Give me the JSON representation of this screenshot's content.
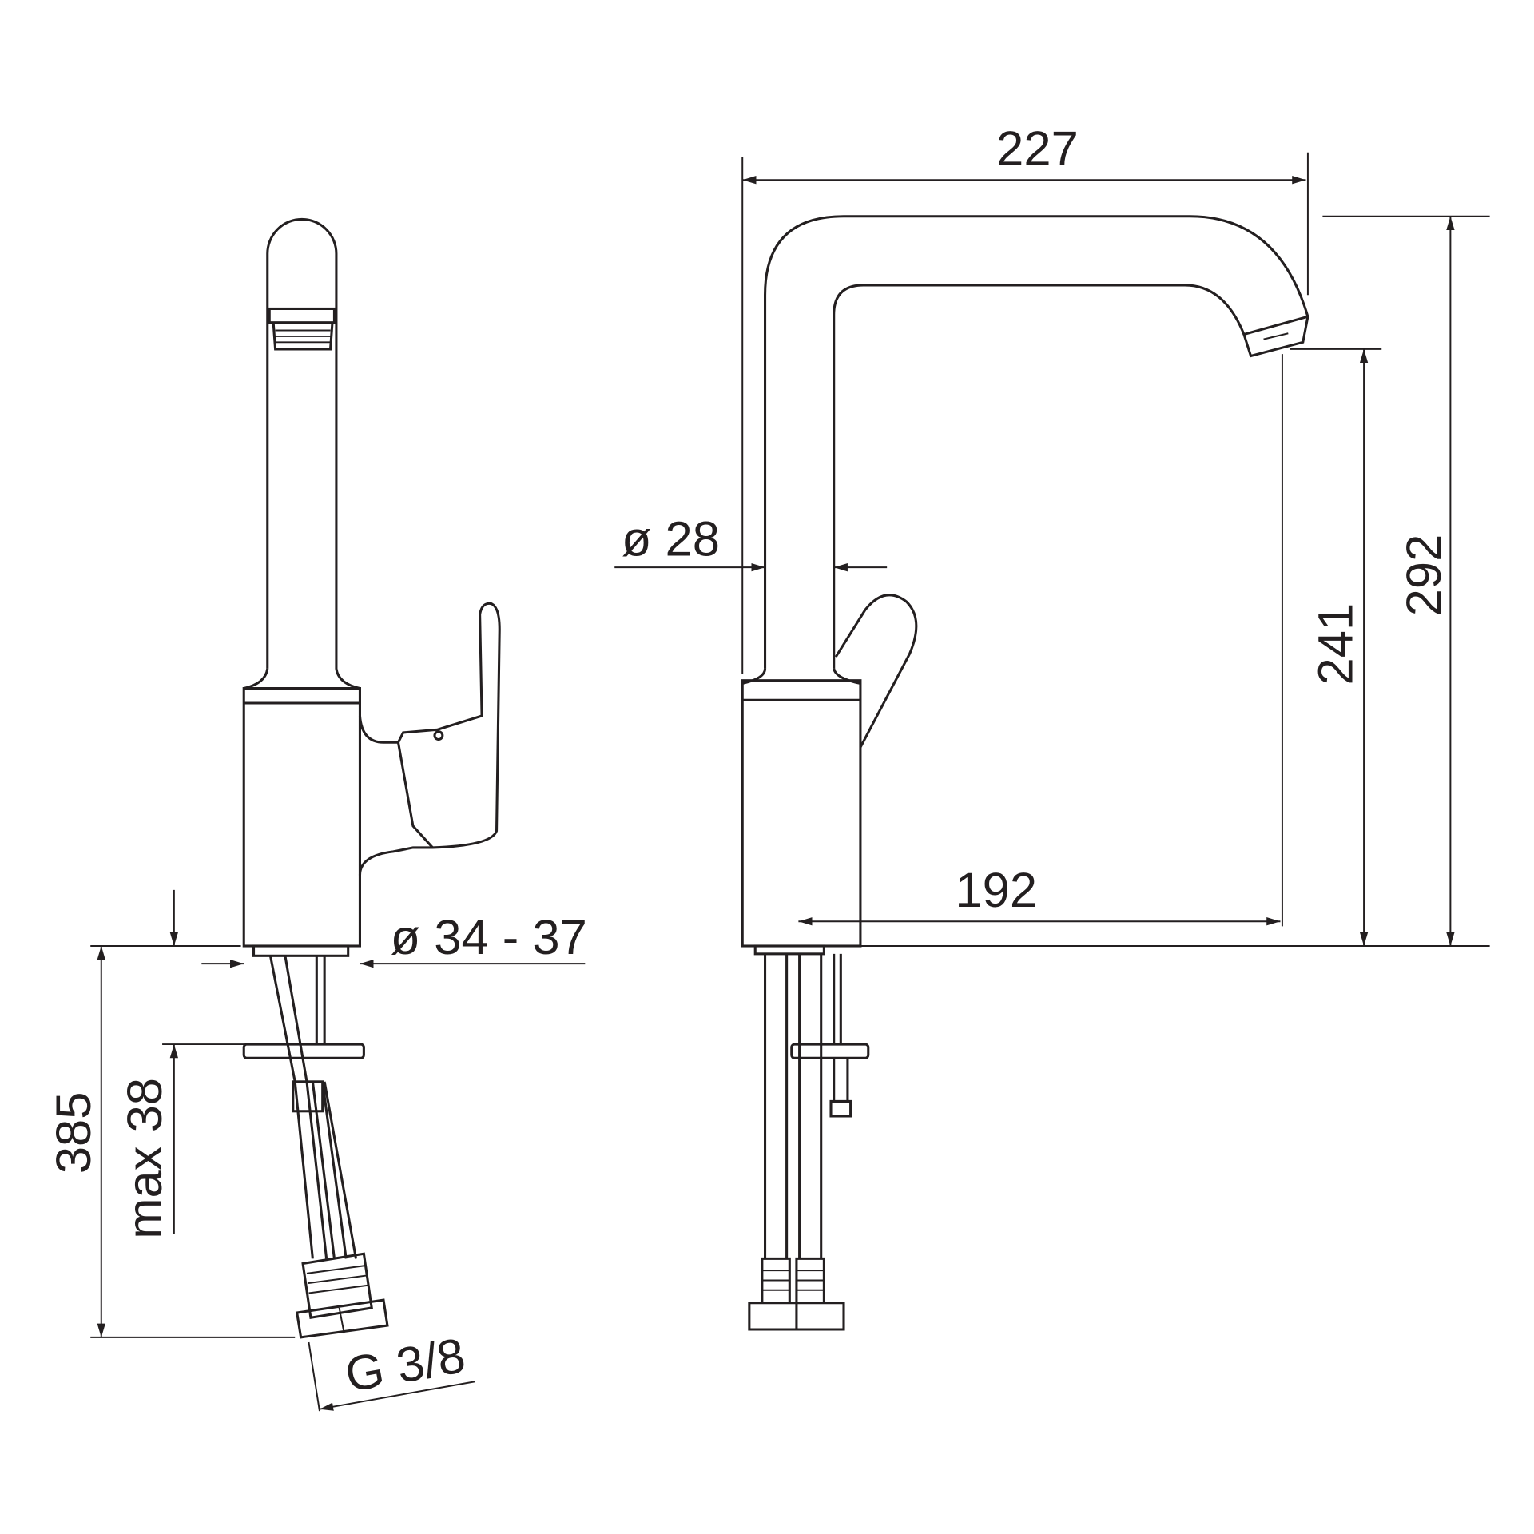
{
  "drawing": {
    "dimensions": {
      "overall_reach": "227",
      "overall_height": "292",
      "spout_outlet_height": "241",
      "spout_projection": "192",
      "spout_diameter": "ø 28",
      "mounting_hole_diameter": "ø 34 - 37",
      "hose_length": "385",
      "max_deck_thickness": "max 38",
      "connection_thread": "G 3/8"
    },
    "line_color": "#231f20",
    "background_color": "#ffffff"
  }
}
